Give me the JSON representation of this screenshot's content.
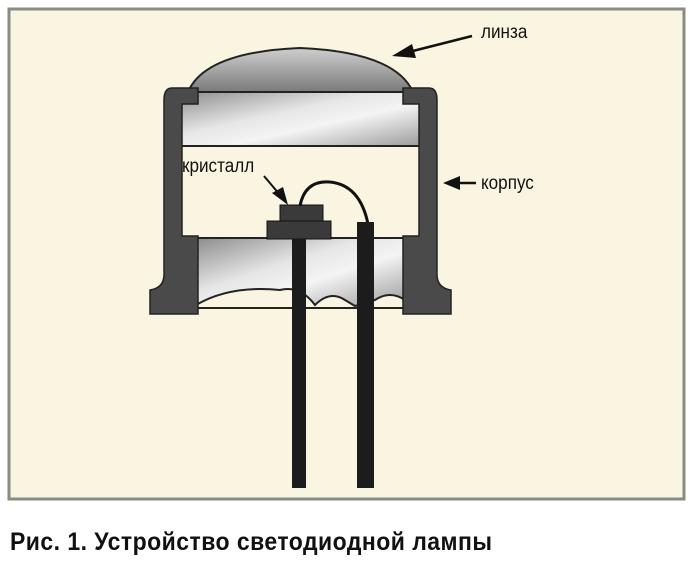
{
  "labels": {
    "lens": "линза",
    "housing": "корпус",
    "crystal": "кристалл"
  },
  "caption": "Рис. 1. Устройство светодиодной лампы",
  "colors": {
    "background": "#faf5e1",
    "frame": "#8a8a86",
    "housing": "#4a4a4a",
    "leads": "#1c1c1c"
  }
}
